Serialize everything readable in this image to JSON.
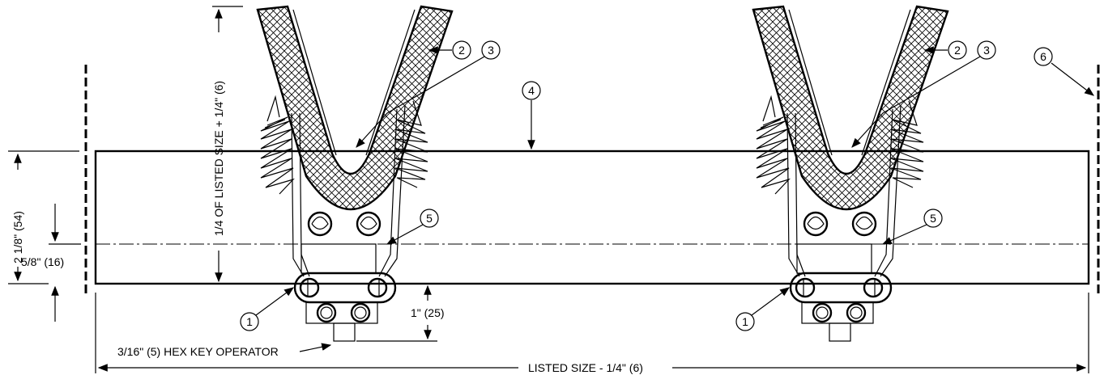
{
  "callouts": {
    "c1": "1",
    "c2": "2",
    "c3": "3",
    "c4": "4",
    "c5": "5",
    "c6": "6"
  },
  "dimensions": {
    "width": "LISTED SIZE - 1/4\" (6)",
    "height_total": "2 1/8\" (54)",
    "height_center": "5/8\" (16)",
    "height_upper": "1/4 OF LISTED SIZE + 1/4\" (6)",
    "below_pipe": "1\" (25)"
  },
  "labels": {
    "hex_key": "3/16\" (5) HEX KEY OPERATOR"
  },
  "colors": {
    "stroke": "#000000",
    "background": "#ffffff"
  }
}
